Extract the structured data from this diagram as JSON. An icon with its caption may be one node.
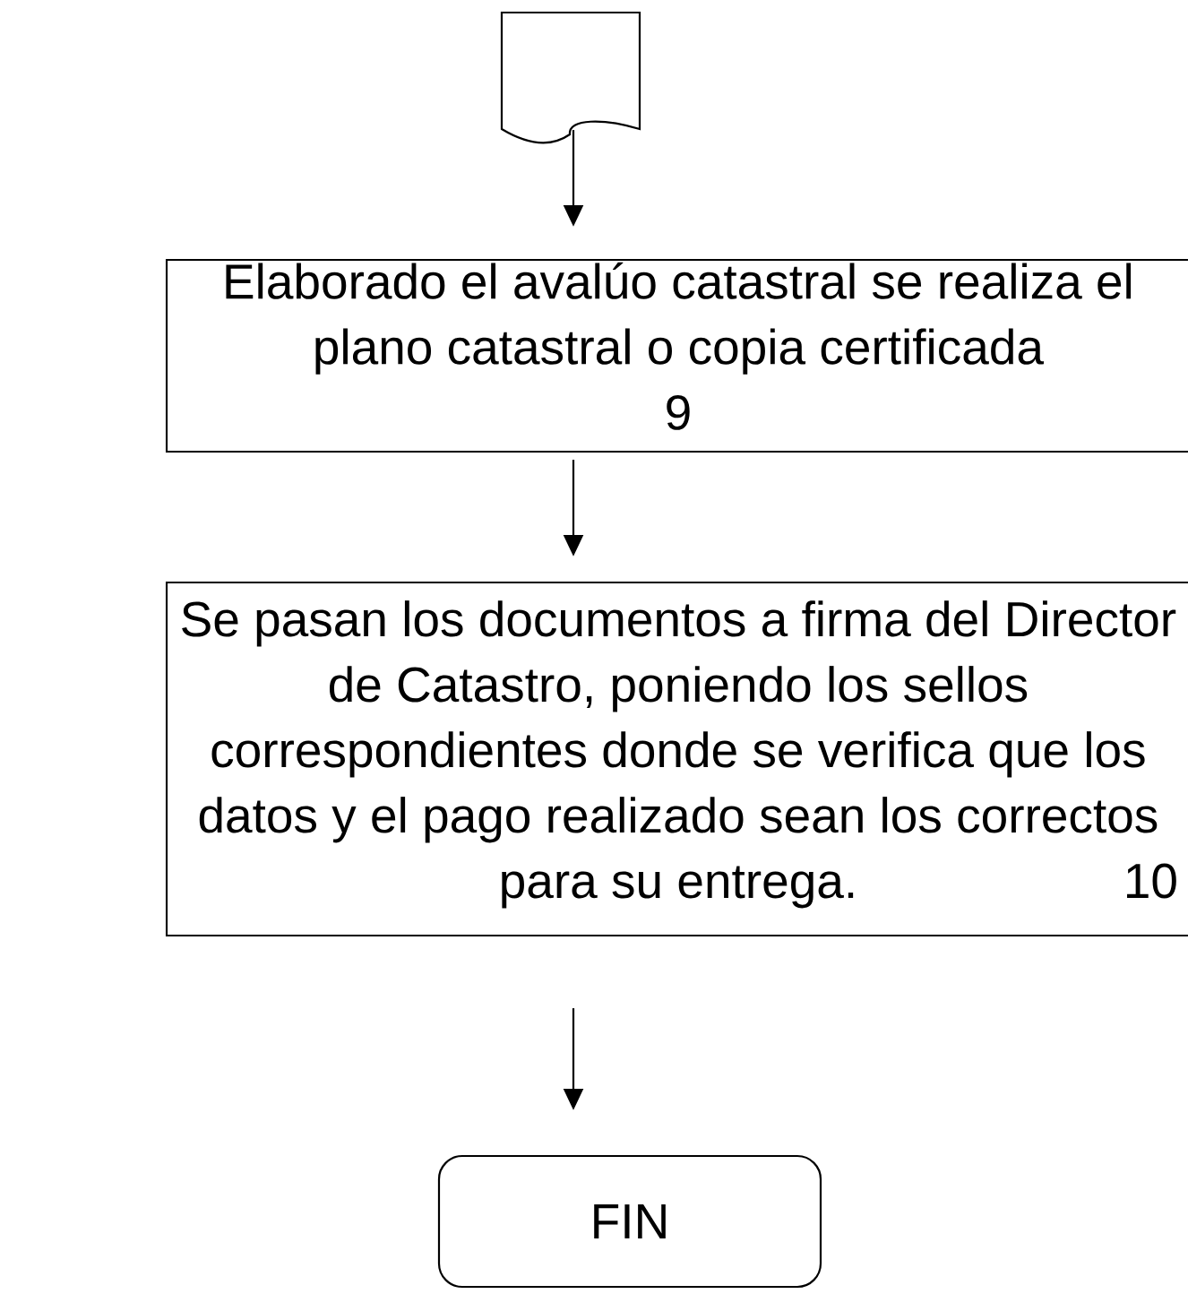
{
  "diagram": {
    "nodes": [
      {
        "text": [],
        "shape": "document"
      },
      {
        "text": [
          "Elaborado el avalúo catastral se realiza el plano catastral o copia certificada",
          "9"
        ]
      },
      {
        "text": [
          "Se pasan los documentos a firma del Director de Catastro, poniendo los sellos correspondientes donde se verifica que los datos y el pago realizado sean los correctos para su entrega.",
          "10"
        ]
      },
      {
        "text": [
          "FIN"
        ]
      }
    ],
    "edges": [
      {
        "from": 0,
        "to": 1,
        "arrow": "to"
      },
      {
        "from": 1,
        "to": 2,
        "arrow": "to"
      },
      {
        "from": 2,
        "to": 3,
        "arrow": "to"
      }
    ]
  }
}
